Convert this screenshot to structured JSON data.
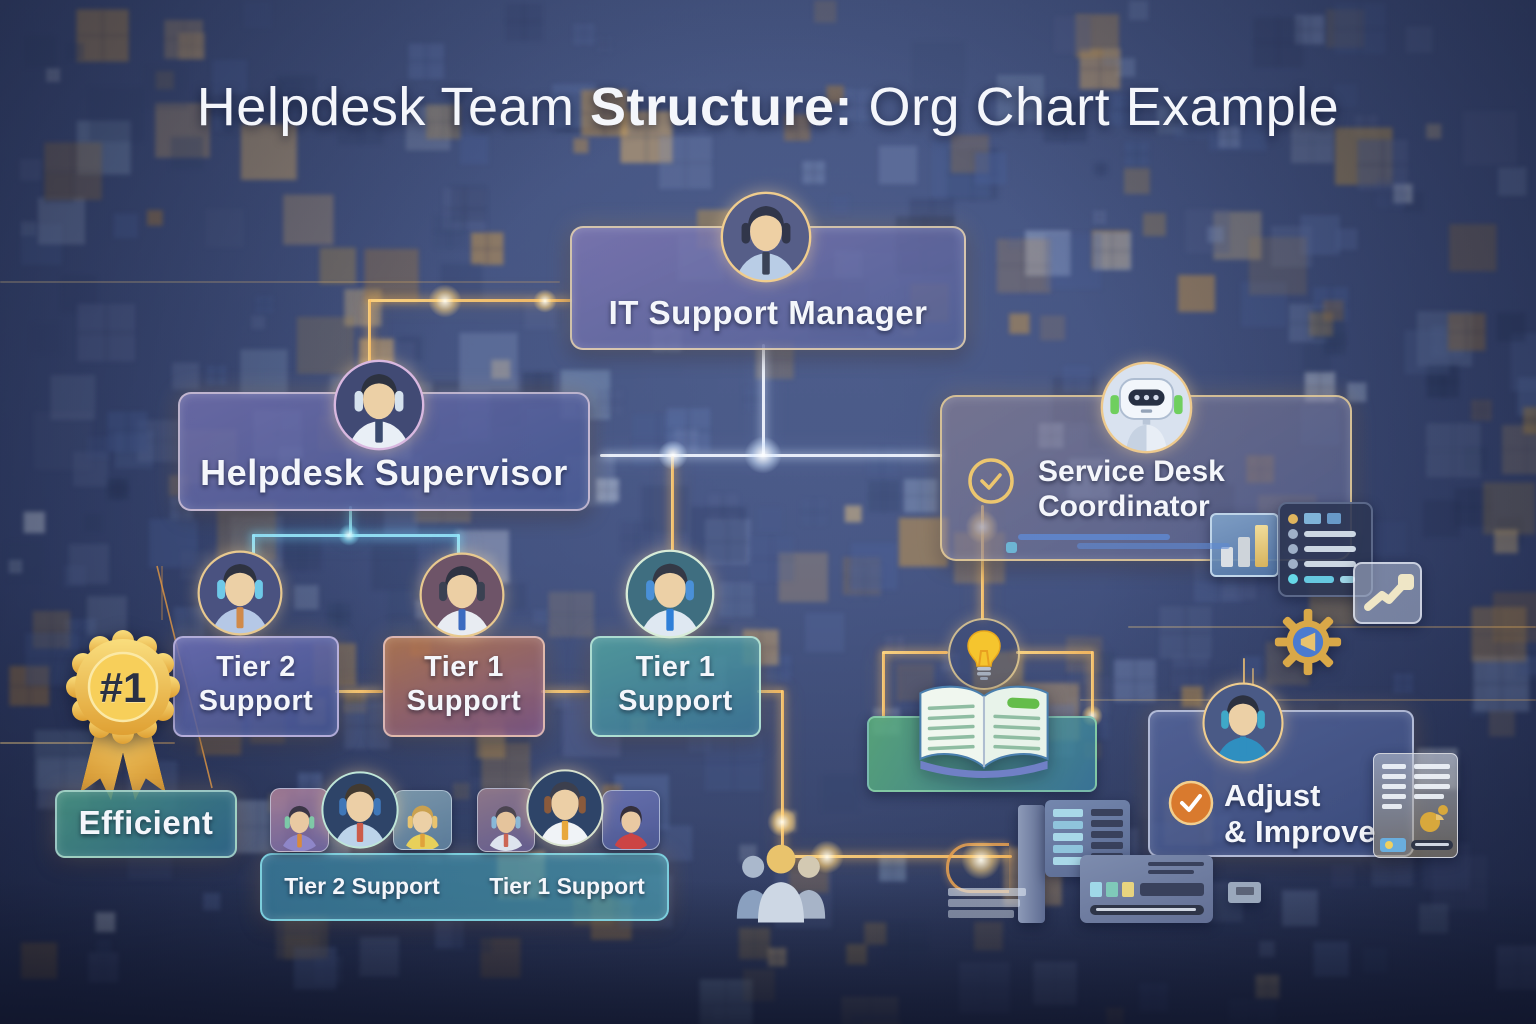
{
  "title": {
    "part1": "Helpdesk Team ",
    "part2": "Structure:",
    "part3": " Org Chart Example"
  },
  "boxes": {
    "manager": {
      "label": "IT Support Manager"
    },
    "supervisor": {
      "label": "Helpdesk Supervisor"
    },
    "coordinator": {
      "line1": "Service Desk",
      "line2": "Coordinator"
    },
    "tier2": {
      "line1": "Tier 2",
      "line2": "Support"
    },
    "tier1a": {
      "line1": "Tier 1",
      "line2": "Support"
    },
    "tier1b": {
      "line1": "Tier 1",
      "line2": "Support"
    },
    "adjust": {
      "line1": "Adjust",
      "line2": "& Improve"
    },
    "efficient": {
      "label": "Efficient"
    }
  },
  "badge": {
    "rank": "#1"
  },
  "team_bar": {
    "tier2": "Tier 2 Support",
    "tier1": "Tier 1 Support"
  },
  "colors": {
    "background_navy": "#36446f",
    "mosaic_orange": "#c2954f",
    "accent_gold": "#f2c571",
    "accent_cyan": "#8ce2f5",
    "accent_white_glow": "#eef4ff",
    "box_purple": "#7a78b0",
    "box_orange": "#bf7a52",
    "box_teal": "#4f9fa5",
    "badge_gold": "#e8b33c",
    "text": "#f4f6fb"
  }
}
